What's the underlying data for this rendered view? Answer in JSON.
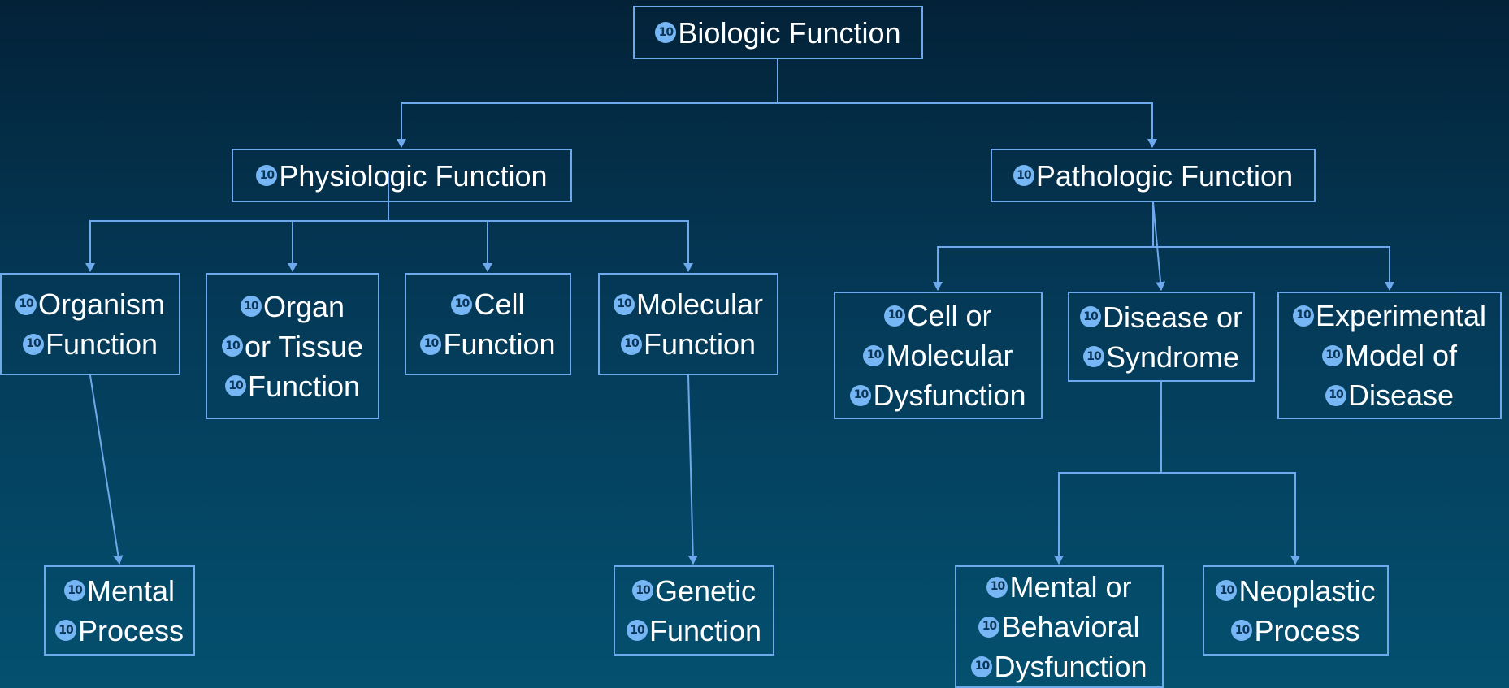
{
  "colors": {
    "background_top": "#032238",
    "background_bottom": "#04506f",
    "box_border": "#6ea9ee",
    "connector": "#6ea9ee",
    "text": "#ffffff",
    "bullet": "#77b6f4"
  },
  "bullet_icon": "circled-ten-icon",
  "bullet_glyph": "10",
  "nodes": [
    {
      "id": "biologic-function",
      "lines": [
        "Biologic Function"
      ]
    },
    {
      "id": "physiologic-function",
      "lines": [
        "Physiologic Function"
      ]
    },
    {
      "id": "pathologic-function",
      "lines": [
        "Pathologic Function"
      ]
    },
    {
      "id": "organism-function",
      "lines": [
        "Organism",
        "Function"
      ]
    },
    {
      "id": "organ-or-tissue-function",
      "lines": [
        "Organ",
        "or Tissue",
        "Function"
      ]
    },
    {
      "id": "cell-function",
      "lines": [
        "Cell",
        "Function"
      ]
    },
    {
      "id": "molecular-function",
      "lines": [
        "Molecular",
        "Function"
      ]
    },
    {
      "id": "cell-or-molecular-dysfunction",
      "lines": [
        "Cell or",
        "Molecular",
        "Dysfunction"
      ]
    },
    {
      "id": "disease-or-syndrome",
      "lines": [
        "Disease or",
        "Syndrome"
      ]
    },
    {
      "id": "experimental-model-of-disease",
      "lines": [
        "Experimental",
        "Model of",
        "Disease"
      ]
    },
    {
      "id": "mental-process",
      "lines": [
        "Mental",
        "Process"
      ]
    },
    {
      "id": "genetic-function",
      "lines": [
        "Genetic",
        "Function"
      ]
    },
    {
      "id": "mental-or-behavioral-dysfunction",
      "lines": [
        "Mental or",
        "Behavioral",
        "Dysfunction"
      ]
    },
    {
      "id": "neoplastic-process",
      "lines": [
        "Neoplastic",
        "Process"
      ]
    }
  ],
  "edges": [
    {
      "from": "biologic-function",
      "to": "physiologic-function"
    },
    {
      "from": "biologic-function",
      "to": "pathologic-function"
    },
    {
      "from": "physiologic-function",
      "to": "organism-function"
    },
    {
      "from": "physiologic-function",
      "to": "organ-or-tissue-function"
    },
    {
      "from": "physiologic-function",
      "to": "cell-function"
    },
    {
      "from": "physiologic-function",
      "to": "molecular-function"
    },
    {
      "from": "pathologic-function",
      "to": "cell-or-molecular-dysfunction"
    },
    {
      "from": "pathologic-function",
      "to": "disease-or-syndrome"
    },
    {
      "from": "pathologic-function",
      "to": "experimental-model-of-disease"
    },
    {
      "from": "organism-function",
      "to": "mental-process"
    },
    {
      "from": "molecular-function",
      "to": "genetic-function"
    },
    {
      "from": "disease-or-syndrome",
      "to": "mental-or-behavioral-dysfunction"
    },
    {
      "from": "disease-or-syndrome",
      "to": "neoplastic-process"
    }
  ]
}
